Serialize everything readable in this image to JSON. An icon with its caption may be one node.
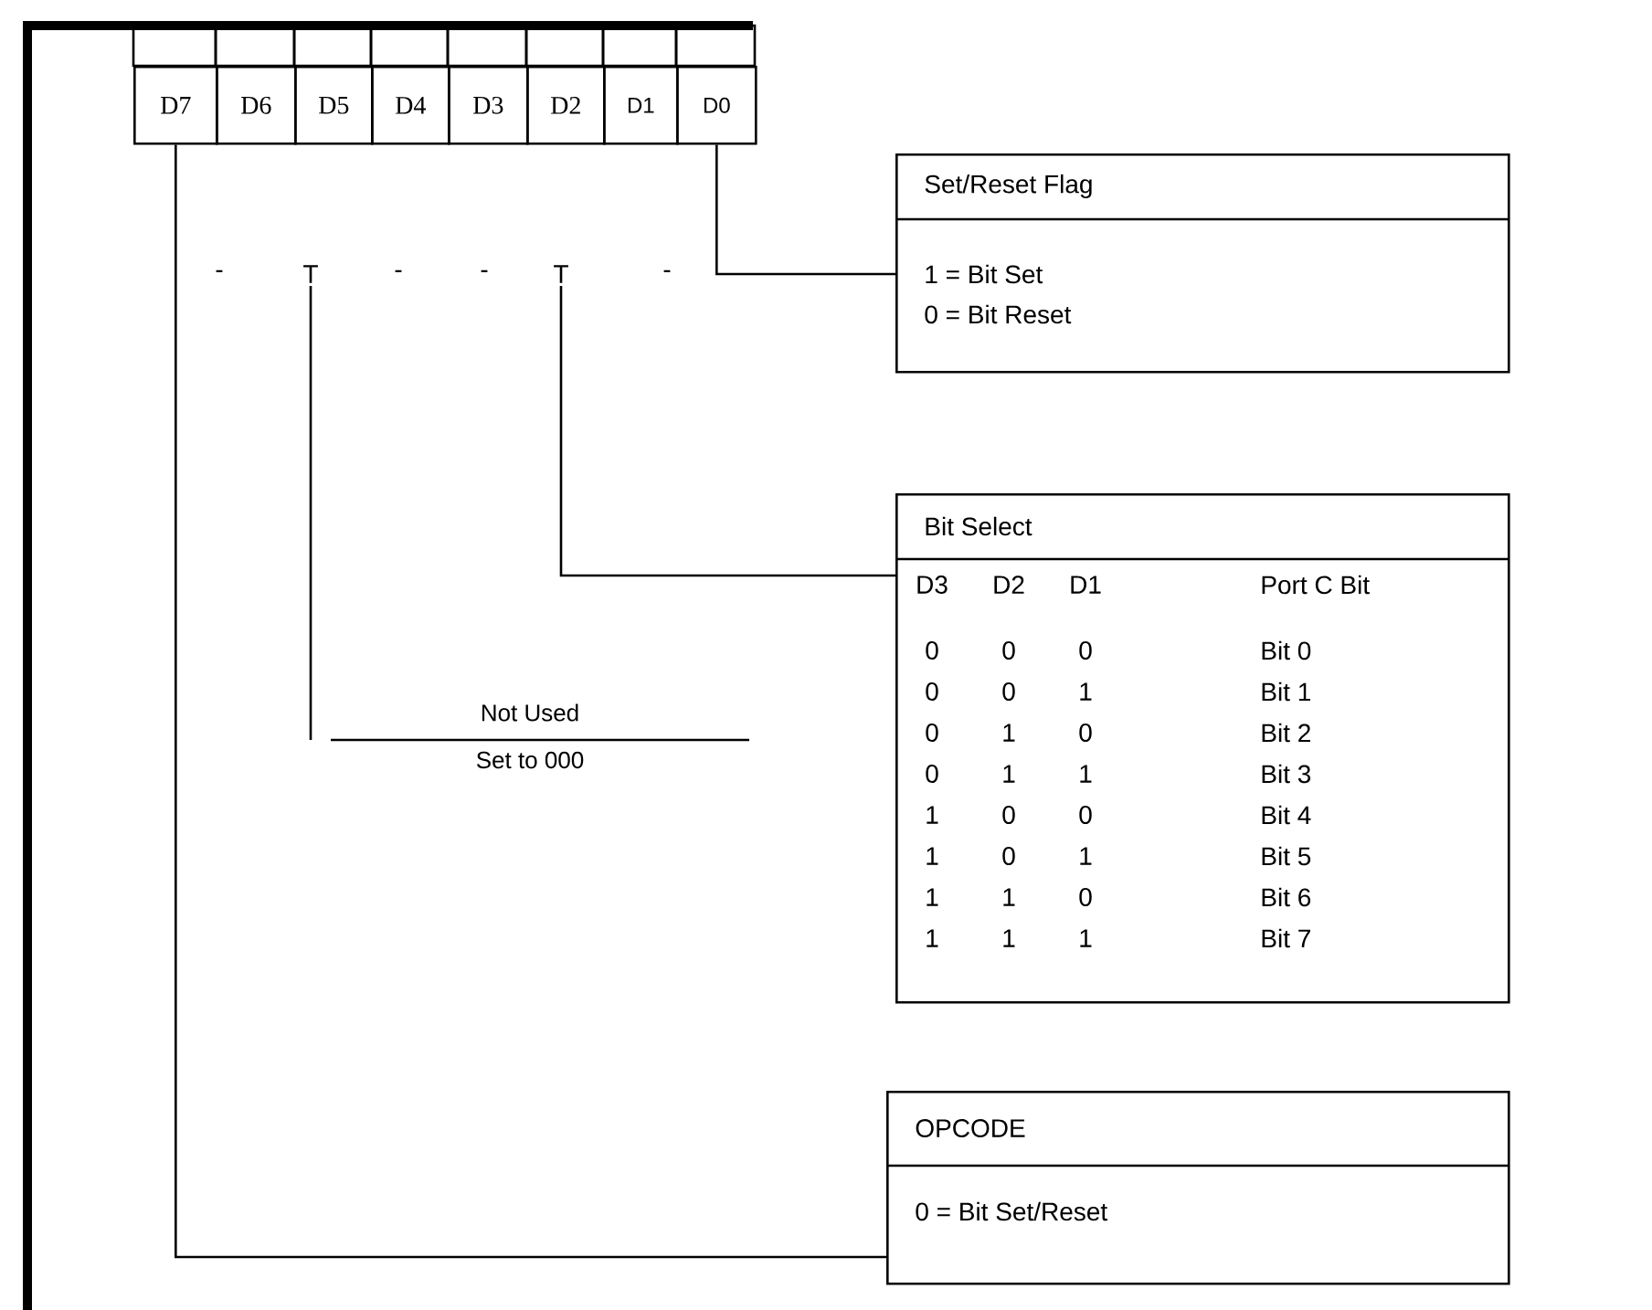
{
  "diagram": {
    "nodes": [
      {
        "text": [
          "D7"
        ]
      },
      {
        "text": [
          "D6"
        ]
      },
      {
        "text": [
          "D5"
        ]
      },
      {
        "text": [
          "D4"
        ]
      },
      {
        "text": [
          "D3"
        ]
      },
      {
        "text": [
          "D2"
        ]
      },
      {
        "text": [
          "D1"
        ]
      },
      {
        "text": [
          "D0"
        ]
      },
      {
        "text": [
          "T"
        ]
      },
      {
        "text": [
          "T"
        ]
      },
      {
        "text": [
          "Set/Reset Flag",
          "1 = Bit Set",
          "0 = Bit Reset"
        ]
      },
      {
        "text": [
          "Bit Select"
        ]
      },
      {
        "text": [
          "Not Used",
          "Set to 000"
        ]
      },
      {
        "text": [
          "OPCODE",
          "0 = Bit Set/Reset"
        ]
      }
    ],
    "edges": [
      {
        "from": 0,
        "to": 13,
        "arrow": "none"
      },
      {
        "from": 7,
        "to": 10,
        "arrow": "none"
      },
      {
        "from": 9,
        "to": 11,
        "arrow": "none"
      },
      {
        "from": 8,
        "to": 12,
        "arrow": "none"
      }
    ],
    "labels": [
      "-",
      "-",
      "-",
      "-",
      "D3",
      "D2",
      "D1",
      "Port C Bit",
      "0",
      "0",
      "0",
      "Bit 0",
      "0",
      "0",
      "1",
      "Bit 1",
      "0",
      "1",
      "0",
      "Bit 2",
      "0",
      "1",
      "1",
      "Bit 3",
      "1",
      "0",
      "0",
      "Bit 4",
      "1",
      "0",
      "1",
      "Bit 5",
      "1",
      "1",
      "0",
      "Bit 6",
      "1",
      "1",
      "1",
      "Bit 7"
    ]
  }
}
